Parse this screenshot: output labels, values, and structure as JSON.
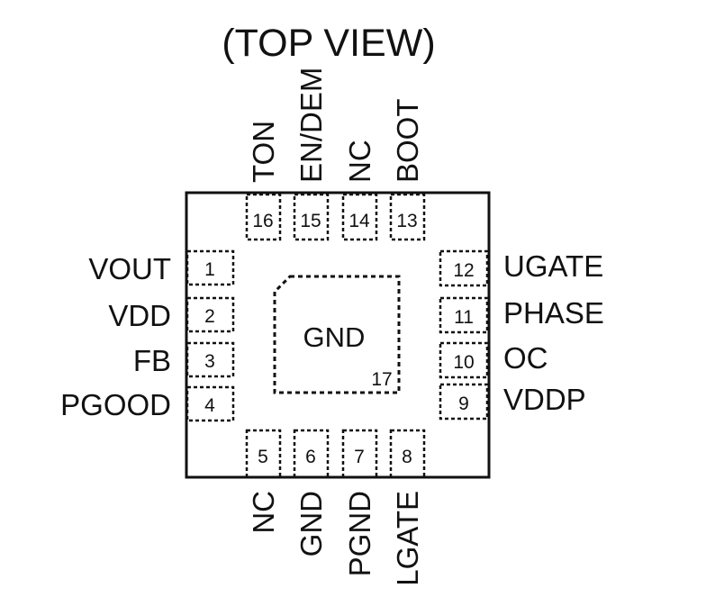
{
  "title": "(TOP VIEW)",
  "colors": {
    "line": "#111111",
    "background": "#ffffff"
  },
  "exposed_pad": {
    "label": "GND",
    "number": "17"
  },
  "pins": {
    "left": [
      {
        "number": "1",
        "name": "VOUT"
      },
      {
        "number": "2",
        "name": "VDD"
      },
      {
        "number": "3",
        "name": "FB"
      },
      {
        "number": "4",
        "name": "PGOOD"
      }
    ],
    "bottom": [
      {
        "number": "5",
        "name": "NC"
      },
      {
        "number": "6",
        "name": "GND"
      },
      {
        "number": "7",
        "name": "PGND"
      },
      {
        "number": "8",
        "name": "LGATE"
      }
    ],
    "right": [
      {
        "number": "9",
        "name": "VDDP"
      },
      {
        "number": "10",
        "name": "OC"
      },
      {
        "number": "11",
        "name": "PHASE"
      },
      {
        "number": "12",
        "name": "UGATE"
      }
    ],
    "top": [
      {
        "number": "13",
        "name": "BOOT"
      },
      {
        "number": "14",
        "name": "NC"
      },
      {
        "number": "15",
        "name": "EN/DEM"
      },
      {
        "number": "16",
        "name": "TON"
      }
    ]
  }
}
